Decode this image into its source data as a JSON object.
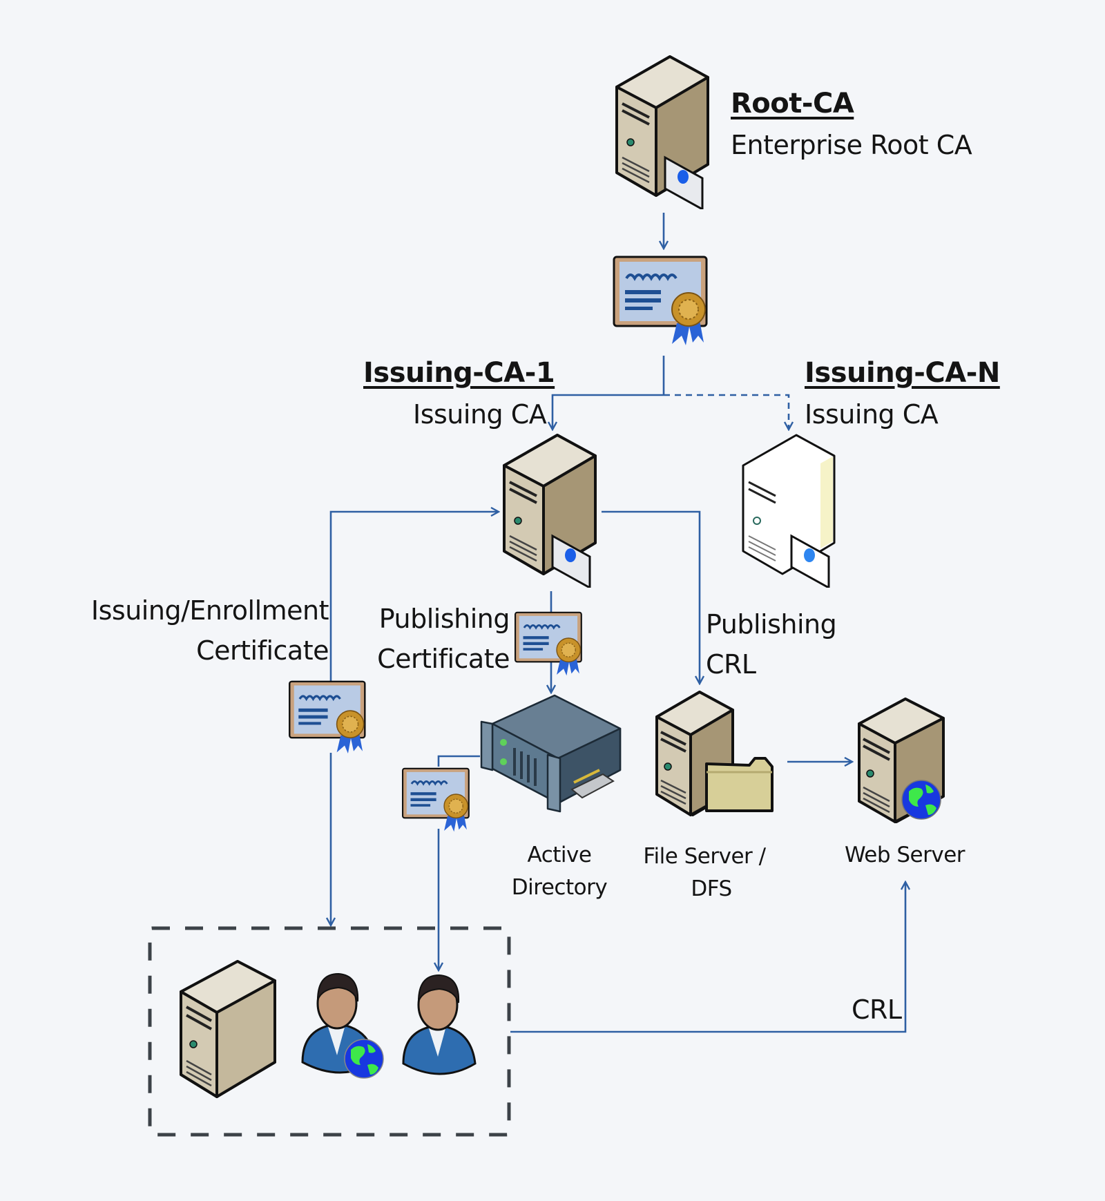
{
  "diagram": {
    "title": "PKI hierarchy",
    "root_ca": {
      "name": "Root-CA",
      "role": "Enterprise Root CA"
    },
    "issuing_ca_1": {
      "name": "Issuing-CA-1",
      "role": "Issuing CA"
    },
    "issuing_ca_n": {
      "name": "Issuing-CA-N",
      "role": "Issuing CA"
    },
    "edges": {
      "enrollment": {
        "line1": "Issuing/Enrollment",
        "line2": "Certificate"
      },
      "publishing_certificate": {
        "line1": "Publishing",
        "line2": "Certificate"
      },
      "publishing_crl": {
        "line1": "Publishing",
        "line2": "CRL"
      },
      "crl": "CRL"
    },
    "nodes": {
      "active_directory": {
        "line1": "Active",
        "line2": "Directory"
      },
      "file_server": {
        "line1": "File Server /",
        "line2": "DFS"
      },
      "web_server": {
        "line1": "Web Server"
      }
    },
    "colors": {
      "connector": "#2e5fa3",
      "background": "#f4f6f9",
      "server_body": "#cfc4ab",
      "dashed_box": "#3c4248"
    }
  }
}
